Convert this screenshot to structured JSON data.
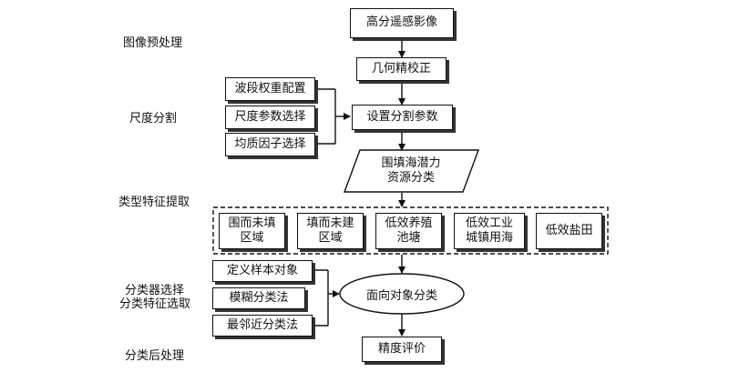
{
  "stages": {
    "preprocess": "图像预处理",
    "scale_seg": "尺度分割",
    "feature_extract": "类型特征提取",
    "classifier_line1": "分类器选择",
    "classifier_line2": "分类特征选取",
    "post_process": "分类后处理"
  },
  "main_flow": {
    "imagery": "高分遥感影像",
    "geo_correction": "几何精校正",
    "seg_params": "设置分割参数",
    "reclaim_classes": "围填海潜力\n资源分类",
    "object_classification": "面向对象分类",
    "accuracy_eval": "精度评价"
  },
  "param_options": [
    "波段权重配置",
    "尺度参数选择",
    "均质因子选择"
  ],
  "feature_types": [
    "围而未填\n区域",
    "填而未建\n区域",
    "低效养殖\n池塘",
    "低效工业\n城镇用海",
    "低效盐田"
  ],
  "classifier_options": [
    "定义样本对象",
    "模糊分类法",
    "最邻近分类法"
  ]
}
